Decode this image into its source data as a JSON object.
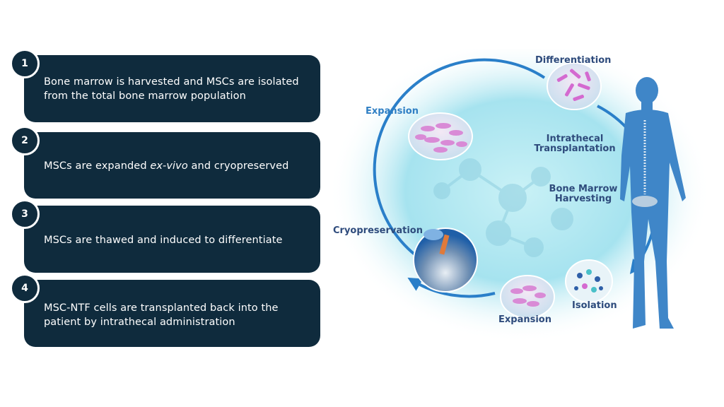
{
  "steps": [
    {
      "number": "1",
      "text": "Bone marrow is harvested and MSCs are isolated from the total bone marrow population"
    },
    {
      "number": "2",
      "text_before": "MSCs are expanded ",
      "text_italic": "ex-vivo",
      "text_after": " and cryopreserved"
    },
    {
      "number": "3",
      "text": "MSCs are thawed and induced to differentiate"
    },
    {
      "number": "4",
      "text": "MSC-NTF cells are transplanted back into the patient by intrathecal administration"
    }
  ],
  "diagram": {
    "labels": {
      "differentiation": "Differentiation",
      "expansion_top": "Expansion",
      "intrathecal": "Intrathecal Transplantation",
      "bone_marrow": "Bone Marrow Harvesting",
      "cryopreservation": "Cryopreservation",
      "isolation": "Isolation",
      "expansion_bottom": "Expansion"
    },
    "colors": {
      "box": "#0f2b3d",
      "cycle": "#2a7fc9",
      "cells": "#d46ad0",
      "body": "#3f86c8"
    }
  }
}
